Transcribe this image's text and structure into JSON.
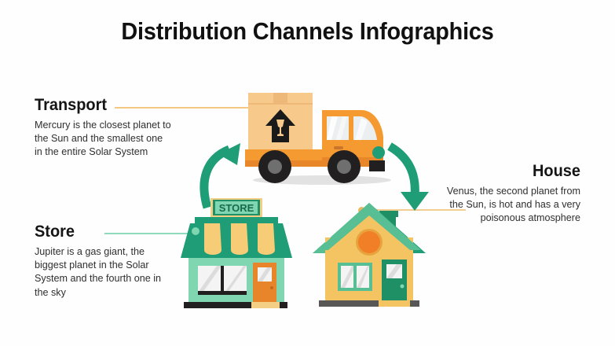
{
  "page": {
    "title": "Distribution Channels Infographics",
    "background_color": "#ffffff"
  },
  "blocks": {
    "transport": {
      "heading": "Transport",
      "body": "Mercury is the closest planet to the Sun and the smallest one in the entire Solar System",
      "connector_color": "#f4c882",
      "dot_color": "#f0a63c"
    },
    "store": {
      "heading": "Store",
      "body": "Jupiter is a gas giant, the biggest planet in the Solar System and the fourth one in the sky",
      "connector_color": "#8fd9bd",
      "dot_color": "#7fd1b4"
    },
    "house": {
      "heading": "House",
      "body": "Venus, the second planet from the Sun, is hot and has a very poisonous atmosphere",
      "connector_color": "#f1cd91",
      "dot_color": "#eeb561"
    }
  },
  "illustrations": {
    "truck": {
      "name": "delivery-truck",
      "body_color": "#f59a31",
      "body_shade_color": "#e8862a",
      "box_color": "#f7c98b",
      "box_tape_color": "#edb878",
      "window_color": "#eceff0",
      "wheel_color": "#221f20",
      "wheel_hub_color": "#6f6f6f",
      "headlight_color": "#1f9d77",
      "fragile_icon_color": "#1a1a1a",
      "shadow_color": "#d8d8d8"
    },
    "store": {
      "name": "retail-store",
      "sign_text": "STORE",
      "sign_bg_color": "#7fd6b0",
      "sign_border_color": "#1f8f66",
      "sign_frame_color": "#f3cf86",
      "sign_text_color": "#176b4d",
      "awning_dark_color": "#1f9d77",
      "awning_light_color": "#f6cc76",
      "wall_color": "#7fd6b0",
      "window_color": "#f4f4f4",
      "window_shade_color": "#dcdcdc",
      "sill_color": "#221f20",
      "door_color": "#e8842a",
      "base_color": "#221f20"
    },
    "house": {
      "name": "house",
      "wall_color": "#f5c462",
      "roof_color": "#57bf93",
      "roof_shade_color": "#1f9d77",
      "chimney_color": "#1f8f66",
      "attic_window_color": "#f07f28",
      "attic_window_ring_color": "#e8a33c",
      "door_color": "#1f8f66",
      "door_window_color": "#f4f4f4",
      "door_knob_color": "#7fd6b0",
      "window_color": "#f4f4f4",
      "window_frame_color": "#57bf93",
      "foundation_color": "#595756"
    },
    "arrow_left": {
      "name": "curved-arrow-up",
      "color": "#1f9d77"
    },
    "arrow_right": {
      "name": "curved-arrow-down",
      "color": "#1f9d77"
    }
  }
}
